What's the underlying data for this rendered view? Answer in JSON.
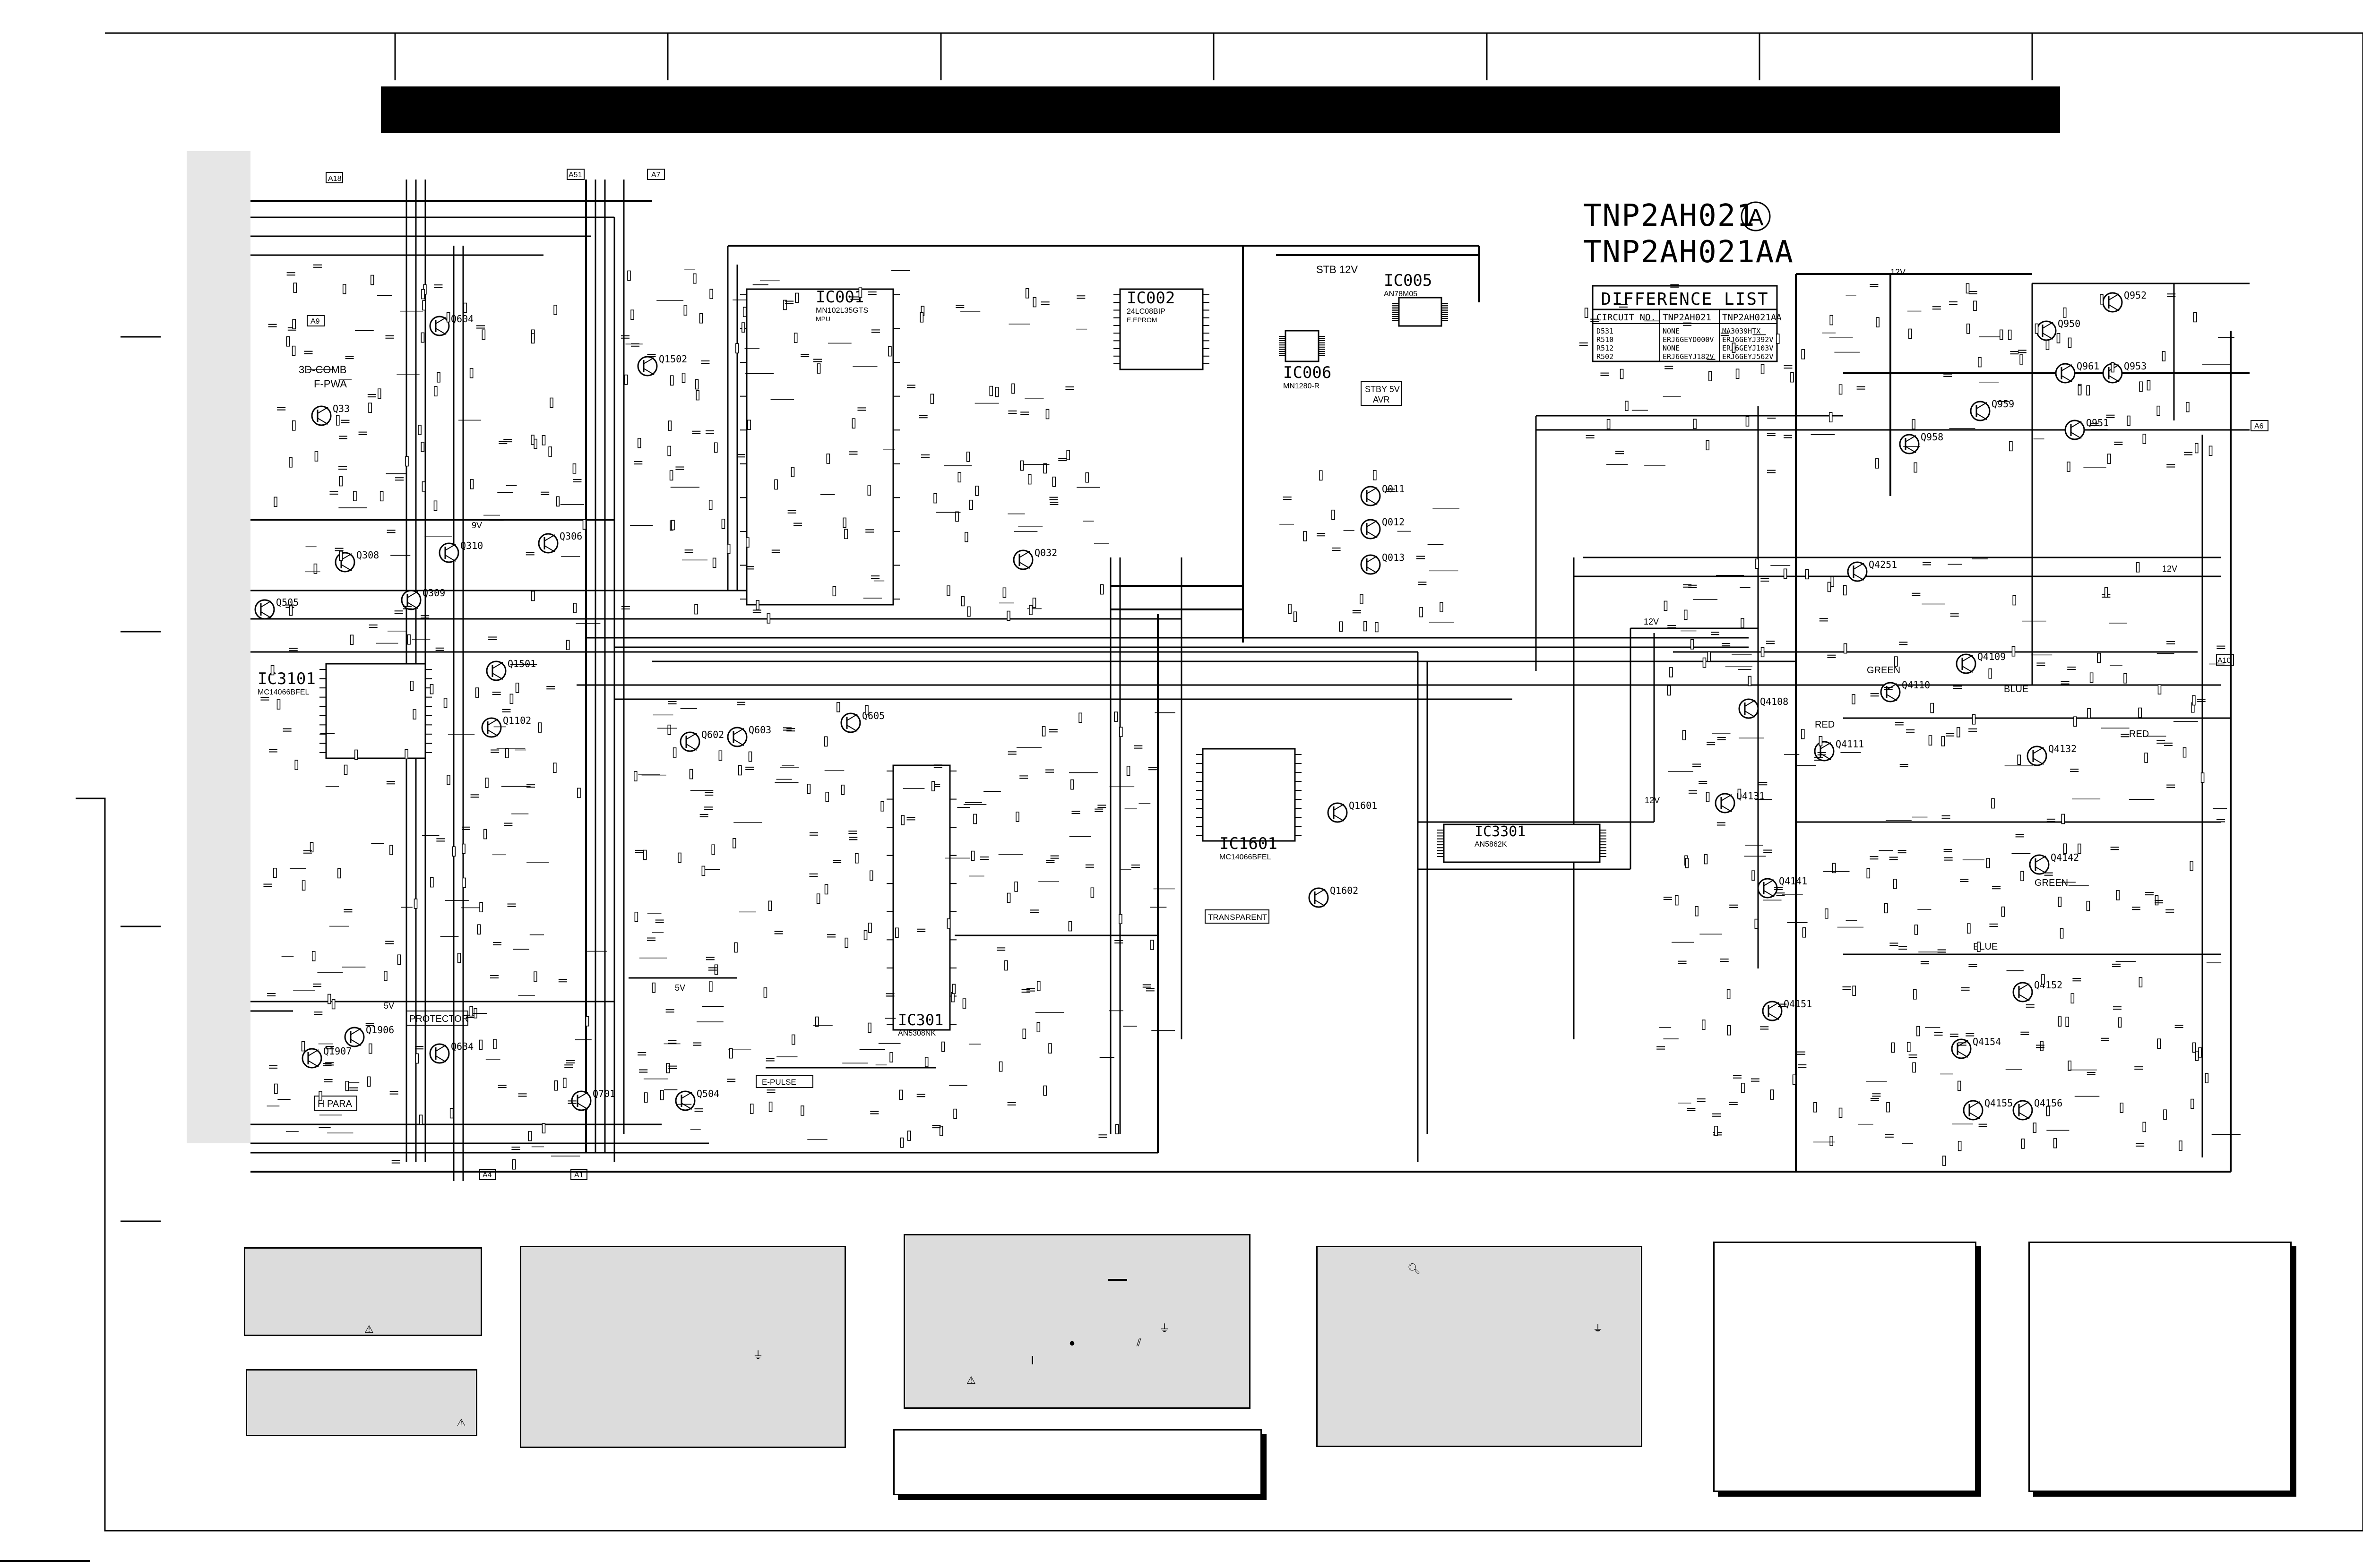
{
  "board": {
    "title_line1": "TNP2AH021",
    "revision_mark": "A",
    "title_line2": "TNP2AH021AA"
  },
  "difference_list": {
    "title": "DIFFERENCE LIST",
    "headers": [
      "CIRCUIT NO.",
      "TNP2AH021",
      "TNP2AH021AA"
    ],
    "rows": [
      [
        "D531",
        "NONE",
        "MA3039HTX"
      ],
      [
        "R510",
        "ERJ6GEYD000V",
        "ERJ6GEYJ392V"
      ],
      [
        "R512",
        "NONE",
        "ERJ6GEYJ103V"
      ],
      [
        "R502",
        "ERJ6GEYJ182V",
        "ERJ6GEYJ562V"
      ]
    ]
  },
  "ics": [
    {
      "ref": "IC001",
      "part": "MN102L35GTS",
      "role": "MPU"
    },
    {
      "ref": "IC002",
      "part": "24LC08BIP",
      "role": "E.EPROM"
    },
    {
      "ref": "IC005",
      "part": "AN78M05"
    },
    {
      "ref": "IC006",
      "part": "MN1280-R"
    },
    {
      "ref": "IC3101",
      "part": "MC14066BFEL"
    },
    {
      "ref": "IC1601",
      "part": "MC14066BFEL"
    },
    {
      "ref": "IC3301",
      "part": "AN5862K"
    },
    {
      "ref": "IC301",
      "part": "AN5308NK"
    }
  ],
  "labels": {
    "stb12": "STB 12V",
    "stby5": "STBY 5V",
    "avr": "AVR",
    "comb": "3D-COMB",
    "fpwa": "F-PWA",
    "protector": "PROTECTOR",
    "hpara": "H PARA",
    "transparent": "TRANSPARENT",
    "epulse": "E-PULSE",
    "green": "GREEN",
    "red": "RED",
    "blue": "BLUE",
    "v12": "12V",
    "v5": "5V",
    "v9": "9V"
  },
  "connectors": [
    "A18",
    "A51",
    "A7",
    "A9",
    "A10",
    "A6",
    "A4",
    "A1"
  ],
  "transistors": {
    "left": [
      "Q604",
      "Q33",
      "Q310",
      "Q306",
      "Q308",
      "Q309",
      "Q505",
      "Q1501",
      "Q1502",
      "Q1102",
      "Q602",
      "Q603",
      "Q605",
      "Q1906",
      "Q1907",
      "Q634",
      "Q701",
      "Q504"
    ],
    "center": [
      "Q011",
      "Q012",
      "Q013",
      "Q032",
      "Q1601",
      "Q1602"
    ],
    "right": [
      "Q952",
      "Q950",
      "Q961",
      "Q953",
      "Q959",
      "Q958",
      "Q951",
      "Q4251",
      "Q4108",
      "Q4109",
      "Q4110",
      "Q4111",
      "Q4131",
      "Q4132",
      "Q4141",
      "Q4142",
      "Q4151",
      "Q4152",
      "Q4154",
      "Q4155",
      "Q4156"
    ]
  },
  "theme": {
    "ink": "#000000",
    "paper": "#ffffff",
    "panel_gray": "#dcdcdc",
    "strip_gray": "#e6e6e6"
  }
}
